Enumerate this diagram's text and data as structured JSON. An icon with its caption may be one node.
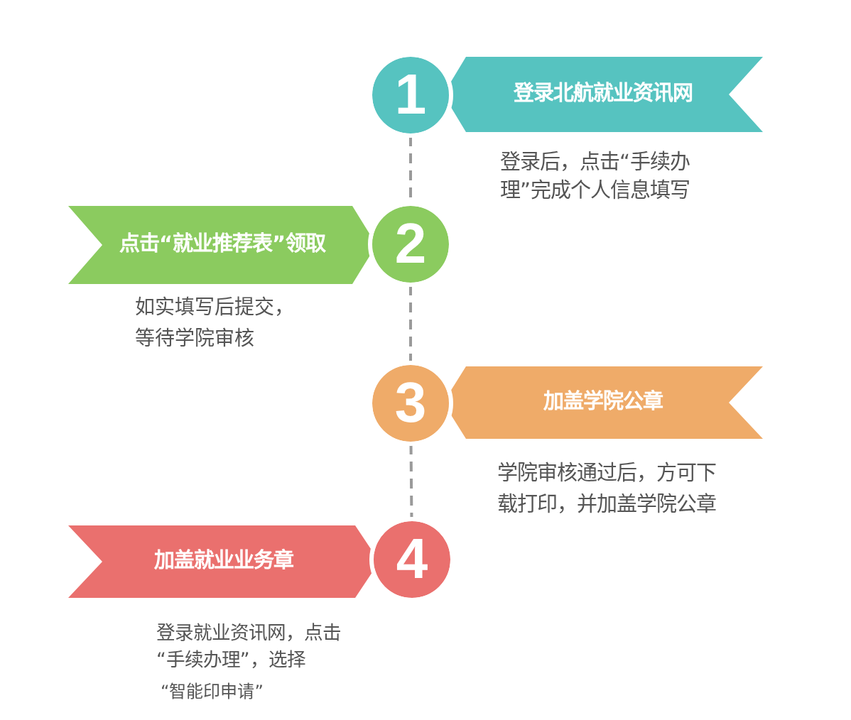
{
  "diagram": {
    "nodes": [
      {
        "text": [
          "1"
        ]
      },
      {
        "text": [
          "登录北航就业资讯网"
        ],
        "beside": [
          "登录后，点击“手续办理”完成个人信息填写"
        ]
      },
      {
        "text": [
          "点击“就业推荐表”领取"
        ],
        "beside": [
          "如实填写后提交，等待学院审核"
        ]
      },
      {
        "text": [
          "2"
        ]
      },
      {
        "text": [
          "3"
        ]
      },
      {
        "text": [
          "加盖学院公章"
        ],
        "beside": [
          "学院审核通过后，方可下载打印，并加盖学院公章"
        ]
      },
      {
        "text": [
          "加盖就业业务章"
        ],
        "beside": [
          "登录就业资讯网，点击“手续办理”，选择",
          "“智能印申请”"
        ]
      },
      {
        "text": [
          "4"
        ]
      }
    ],
    "edges": [
      {
        "from": 0,
        "to": 3,
        "arrow": "none",
        "style": "dashed"
      },
      {
        "from": 3,
        "to": 4,
        "arrow": "none",
        "style": "dashed"
      },
      {
        "from": 4,
        "to": 7,
        "arrow": "none",
        "style": "dashed"
      }
    ]
  }
}
